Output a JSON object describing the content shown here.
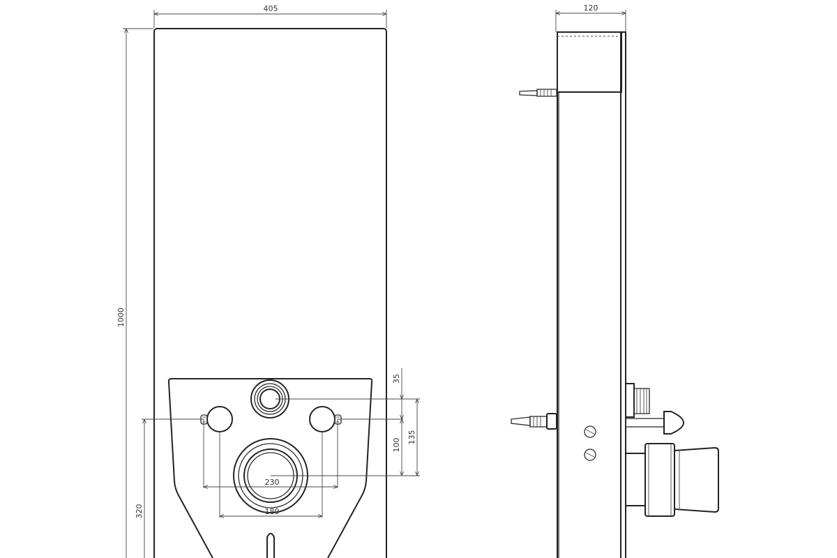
{
  "front_view": {
    "width_dim": "405",
    "height_dim": "1000",
    "flush_offset_dim": "35",
    "bolt_to_outlet_dim": "100",
    "flush_to_outlet_dim": "135",
    "bolt_spacing_dim": "230",
    "outlet_width_dim": "180",
    "bolt_height_dim": "320"
  },
  "side_view": {
    "depth_dim": "120"
  },
  "colors": {
    "line": "#2b2b2b",
    "background": "#ffffff"
  }
}
